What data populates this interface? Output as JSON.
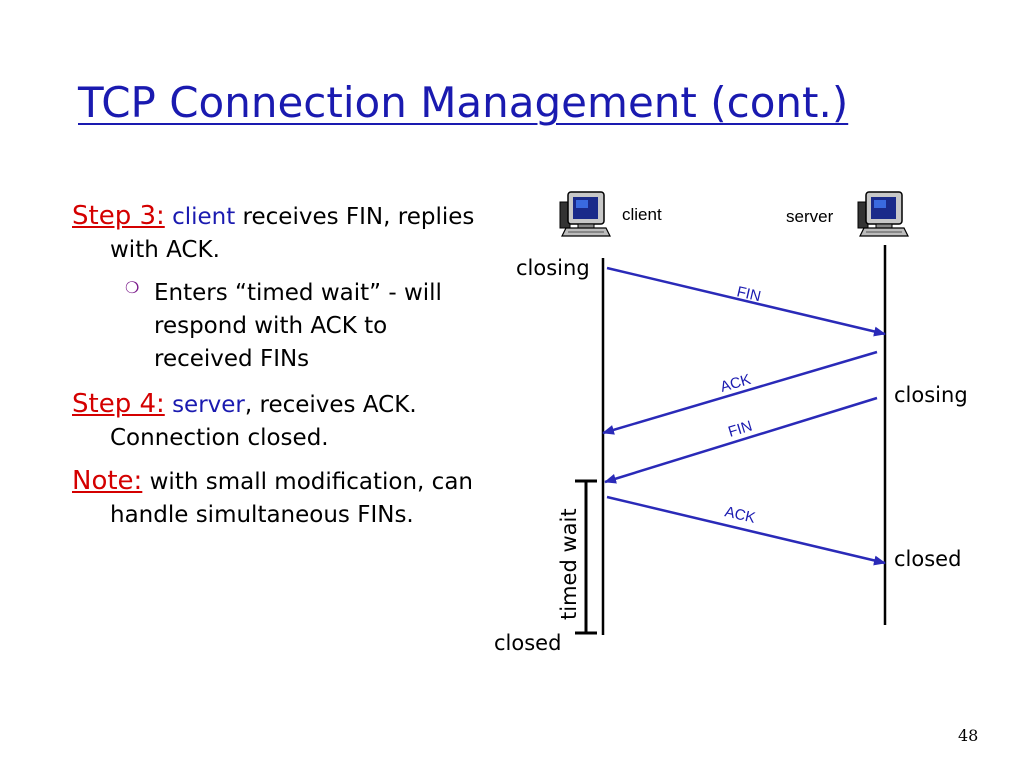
{
  "slide": {
    "title": "TCP Connection Management (cont.)",
    "page_number": "48"
  },
  "text": {
    "step3_label": "Step 3:",
    "step3_actor": "client",
    "step3_rest": " receives FIN, replies with ACK.",
    "step3_sub": "Enters “timed wait” - will respond with ACK to received FINs",
    "step4_label": "Step 4:",
    "step4_actor": "server",
    "step4_rest": ", receives ACK.  Connection closed.",
    "note_label": "Note:",
    "note_rest": "with small modification, can handle simultaneous FINs."
  },
  "diagram": {
    "client_label": "client",
    "server_label": "server",
    "client_closing": "closing",
    "server_closing": "closing",
    "server_closed": "closed",
    "client_closed": "closed",
    "timed_wait": "timed wait",
    "messages": [
      {
        "label": "FIN",
        "from": "client",
        "to": "server"
      },
      {
        "label": "ACK",
        "from": "server",
        "to": "client"
      },
      {
        "label": "FIN",
        "from": "server",
        "to": "client"
      },
      {
        "label": "ACK",
        "from": "client",
        "to": "server"
      }
    ]
  },
  "colors": {
    "title": "#1a1ab0",
    "step_label": "#d40000",
    "actor": "#1a1ab0",
    "arrow": "#2a2ab8"
  },
  "icons": [
    "computer-icon",
    "bullet-circle-icon"
  ]
}
